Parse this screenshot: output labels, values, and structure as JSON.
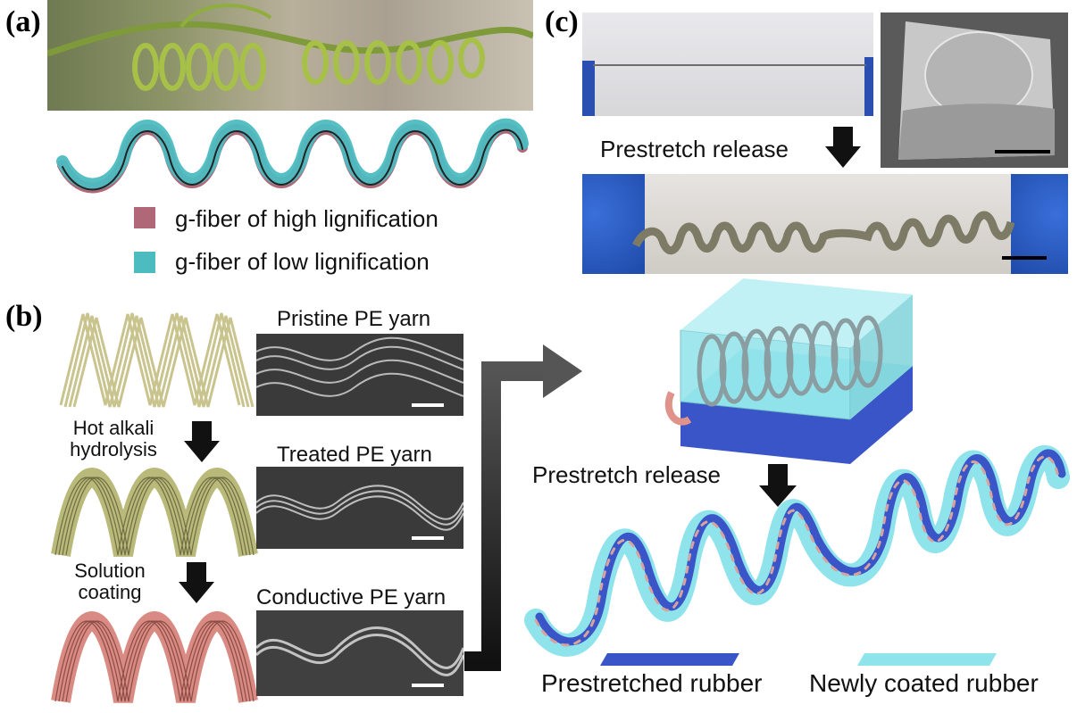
{
  "panels": {
    "a": {
      "label": "(a)",
      "legend": [
        {
          "color": "#b06878",
          "text": "g-fiber of high lignification"
        },
        {
          "color": "#4cbcc0",
          "text": "g-fiber of low lignification"
        }
      ]
    },
    "b": {
      "label": "(b)",
      "steps": [
        {
          "caption": "Pristine PE yarn"
        },
        {
          "caption": "Treated PE yarn"
        },
        {
          "caption": "Conductive PE yarn"
        }
      ],
      "arrow_labels": [
        "Hot alkali\nhydrolysis",
        "Solution\ncoating"
      ],
      "hot_alkali_1": "Hot alkali",
      "hot_alkali_2": "hydrolysis",
      "solution_1": "Solution",
      "solution_2": "coating",
      "prestretch_release": "Prestretch release",
      "legend": [
        {
          "color": "#3a55c8",
          "text": "Prestretched rubber"
        },
        {
          "color": "#8fe3ea",
          "text": "Newly coated rubber"
        }
      ]
    },
    "c": {
      "label": "(c)",
      "prestretch_release": "Prestretch release"
    }
  },
  "colors": {
    "yarn_pristine": "#c9c48e",
    "yarn_treated": "#b9b97a",
    "yarn_coated": "#d98a82",
    "rubber_blue": "#3a55c8",
    "rubber_cyan": "#8fe3ea"
  }
}
